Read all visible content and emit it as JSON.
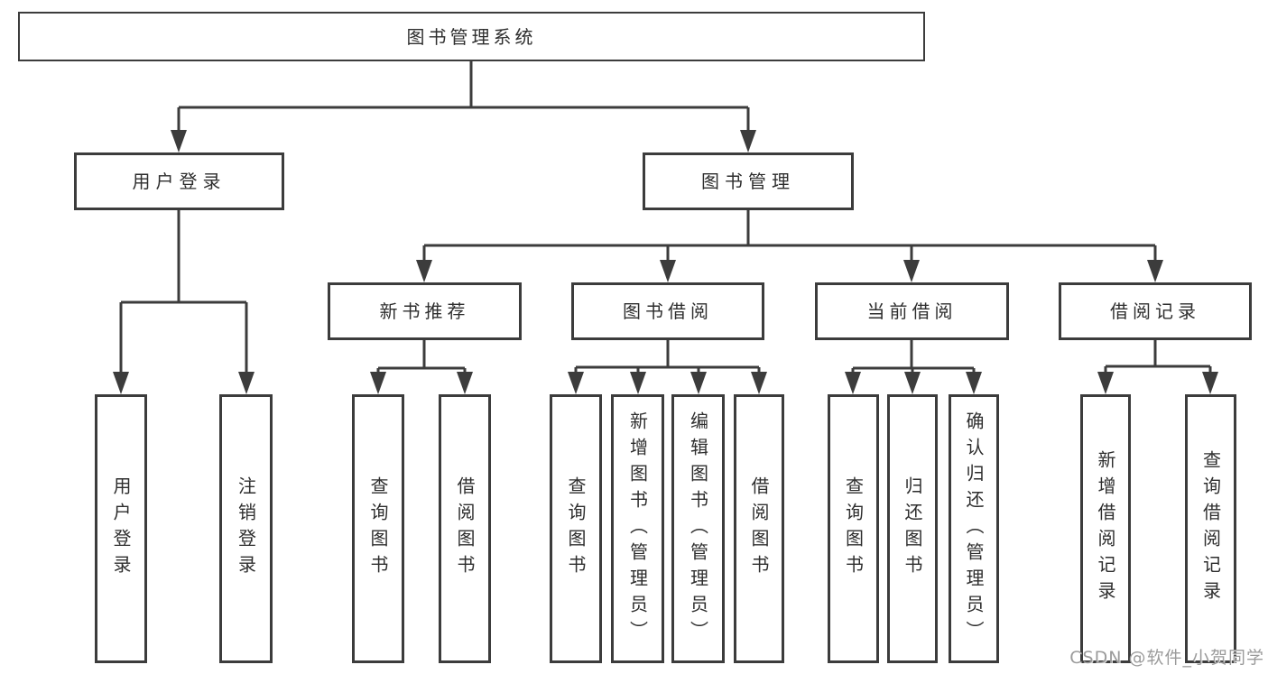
{
  "tree": {
    "root": {
      "label": "图书管理系统"
    },
    "branches": [
      {
        "label": "用户登录",
        "children": [
          {
            "label": "用户登录"
          },
          {
            "label": "注销登录"
          }
        ]
      },
      {
        "label": "图书管理",
        "children": [
          {
            "label": "新书推荐",
            "children": [
              {
                "label": "查询图书"
              },
              {
                "label": "借阅图书"
              }
            ]
          },
          {
            "label": "图书借阅",
            "children": [
              {
                "label": "查询图书"
              },
              {
                "label": "新增图书（管理员）"
              },
              {
                "label": "编辑图书（管理员）"
              },
              {
                "label": "借阅图书"
              }
            ]
          },
          {
            "label": "当前借阅",
            "children": [
              {
                "label": "查询图书"
              },
              {
                "label": "归还图书"
              },
              {
                "label": "确认归还（管理员）"
              }
            ]
          },
          {
            "label": "借阅记录",
            "children": [
              {
                "label": "新增借阅记录"
              },
              {
                "label": "查询借阅记录"
              }
            ]
          }
        ]
      }
    ]
  },
  "watermark": {
    "text": "CSDN @软件_小贺同学"
  },
  "colors": {
    "line": "#3c3c3c",
    "border": "#3c3c3c",
    "text": "#2e2e2e",
    "watermark": "#9b9b9b",
    "bg": "#ffffff"
  }
}
